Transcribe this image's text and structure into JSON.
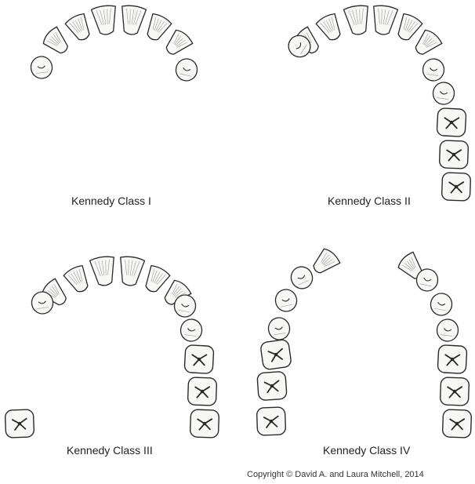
{
  "panels": [
    {
      "id": "class-1",
      "label": "Kennedy Class I"
    },
    {
      "id": "class-2",
      "label": "Kennedy Class II"
    },
    {
      "id": "class-3",
      "label": "Kennedy Class III"
    },
    {
      "id": "class-4",
      "label": "Kennedy Class IV"
    }
  ],
  "copyright": "Copyright © David A. and Laura Mitchell, 2014",
  "colors": {
    "outline": "#2a2a2a",
    "shade": "#9a9a9a",
    "fill": "#f7f7f5"
  }
}
